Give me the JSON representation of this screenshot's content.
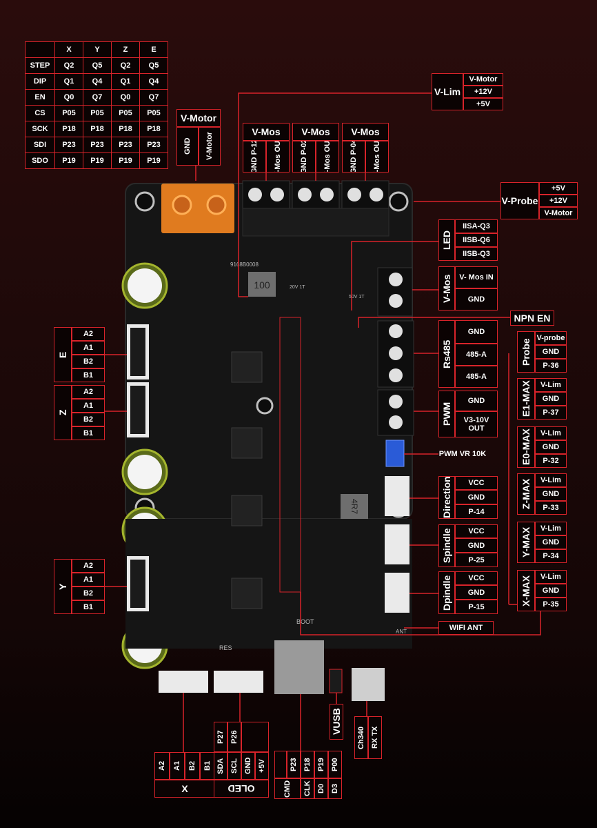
{
  "driver_table": {
    "headers": [
      "",
      "X",
      "Y",
      "Z",
      "E"
    ],
    "rows": [
      [
        "STEP",
        "Q2",
        "Q5",
        "Q2",
        "Q5"
      ],
      [
        "DIP",
        "Q1",
        "Q4",
        "Q1",
        "Q4"
      ],
      [
        "EN",
        "Q0",
        "Q7",
        "Q0",
        "Q7"
      ],
      [
        "CS",
        "P05",
        "P05",
        "P05",
        "P05"
      ],
      [
        "SCK",
        "P18",
        "P18",
        "P18",
        "P18"
      ],
      [
        "SDI",
        "P23",
        "P23",
        "P23",
        "P23"
      ],
      [
        "SDO",
        "P19",
        "P19",
        "P19",
        "P19"
      ]
    ]
  },
  "vmotor": {
    "title": "V-Motor",
    "pins": [
      "GND",
      "V-Motor"
    ]
  },
  "vmos_terminals": [
    {
      "title": "V-Mos",
      "pins": [
        "GND P-12",
        "V-Mos OUT"
      ]
    },
    {
      "title": "V-Mos",
      "pins": [
        "GND P-02",
        "V-Mos OUT"
      ]
    },
    {
      "title": "V-Mos",
      "pins": [
        "GND P-04",
        "V-Mos OUT"
      ]
    }
  ],
  "vlim": {
    "title": "V-Lim",
    "options": [
      "V-Motor",
      "+12V",
      "+5V"
    ]
  },
  "vprobe": {
    "title": "V-Probe",
    "options": [
      "+5V",
      "+12V",
      "V-Motor"
    ]
  },
  "led": {
    "title": "LED",
    "pins": [
      "IISA-Q3",
      "IISB-Q6",
      "IISB-Q3"
    ]
  },
  "vmos_in": {
    "title": "V-Mos",
    "pins": [
      "V- Mos IN",
      "GND"
    ]
  },
  "npn_en": "NPN EN",
  "rs485": {
    "title": "Rs485",
    "pins": [
      "GND",
      "485-A",
      "485-A"
    ]
  },
  "pwm": {
    "title": "PWM",
    "pins": [
      "GND",
      "V3-10V OUT"
    ]
  },
  "pwm_vr": "PWM VR 10K",
  "direction": {
    "title": "Direction",
    "pins": [
      "VCC",
      "GND",
      "P-14"
    ]
  },
  "spindle": {
    "title": "Spindle",
    "pins": [
      "VCC",
      "GND",
      "P-25"
    ]
  },
  "dpindle": {
    "title": "Dpindle",
    "pins": [
      "VCC",
      "GND",
      "P-15"
    ]
  },
  "wifi_ant": "WIFI ANT",
  "endstops": [
    {
      "title": "Probe",
      "pins": [
        "V-probe",
        "GND",
        "P-36"
      ]
    },
    {
      "title": "E1-MAX",
      "pins": [
        "V-Lim",
        "GND",
        "P-37"
      ]
    },
    {
      "title": "E0-MAX",
      "pins": [
        "V-Lim",
        "GND",
        "P-32"
      ]
    },
    {
      "title": "Z-MAX",
      "pins": [
        "V-Lim",
        "GND",
        "P-33"
      ]
    },
    {
      "title": "Y-MAX",
      "pins": [
        "V-Lim",
        "GND",
        "P-34"
      ]
    },
    {
      "title": "X-MAX",
      "pins": [
        "V-Lim",
        "GND",
        "P-35"
      ]
    }
  ],
  "motors_left": [
    {
      "title": "E",
      "pins": [
        "A2",
        "A1",
        "B2",
        "B1"
      ]
    },
    {
      "title": "Z",
      "pins": [
        "A2",
        "A1",
        "B2",
        "B1"
      ]
    },
    {
      "title": "Y",
      "pins": [
        "A2",
        "A1",
        "B2",
        "B1"
      ]
    }
  ],
  "motor_x": {
    "title": "X",
    "pins": [
      "A2",
      "A1",
      "B2",
      "B1"
    ]
  },
  "oled": {
    "title": "OLED",
    "top": [
      "P27",
      "P26"
    ],
    "pins": [
      "SDA",
      "SCL",
      "GND",
      "+5V"
    ]
  },
  "sd": {
    "functions": [
      "CMD",
      "CLK",
      "D0",
      "D3"
    ],
    "pins": [
      "P23",
      "P18",
      "P19",
      "P00"
    ]
  },
  "vusb": "VUSB",
  "ch340": {
    "title": "Ch340",
    "sub": "RX TX"
  },
  "silk": {
    "inductor": "100",
    "inductor2": "4R7",
    "cap1": "20V 1T",
    "cap2": "50V 1T",
    "boot": "BOOT",
    "res": "RES",
    "ant": "ANT",
    "code": "9168B0008"
  },
  "colors": {
    "accent": "#d8232a",
    "board": "#151515",
    "terminal": "#e0e0e0",
    "pot": "#2a5bd7",
    "orange": "#e07b1f"
  }
}
